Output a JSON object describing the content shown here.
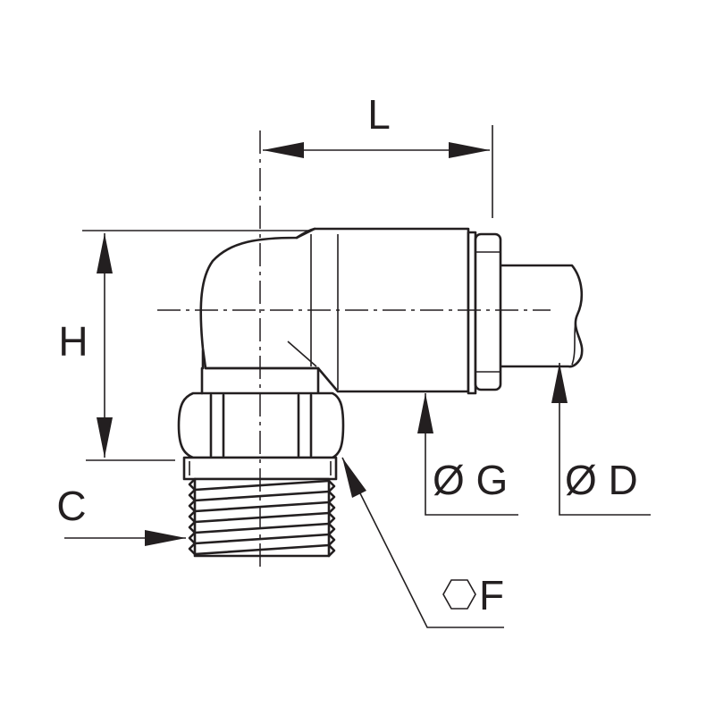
{
  "labels": {
    "length": "L",
    "height": "H",
    "thread": "C",
    "hex": "F",
    "collet_diameter": "Ø G",
    "tube_diameter": "Ø D"
  },
  "colors": {
    "line": "#231f20",
    "background": "#ffffff"
  },
  "icons": {
    "hex_symbol": "hexagon-icon"
  }
}
